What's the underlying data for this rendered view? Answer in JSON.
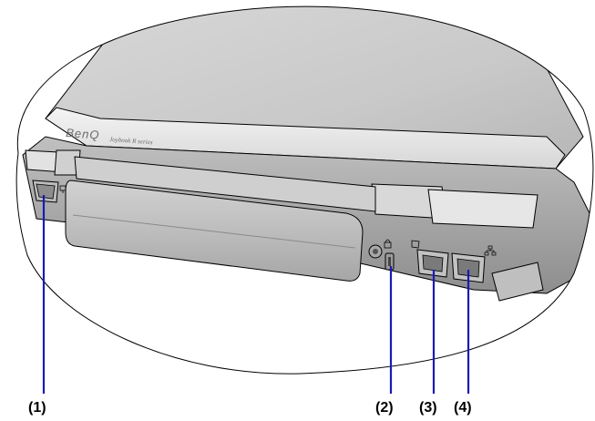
{
  "figure": {
    "brand_text": "BenQ",
    "model_text": "Joybook R series",
    "callouts": [
      {
        "id": "1",
        "label": "(1)"
      },
      {
        "id": "2",
        "label": "(2)"
      },
      {
        "id": "3",
        "label": "(3)"
      },
      {
        "id": "4",
        "label": "(4)"
      }
    ],
    "icons": {
      "vga": "monitor-port-icon",
      "lock": "kensington-lock-icon",
      "modem": "phone-port-icon",
      "lan": "network-port-icon"
    },
    "colors": {
      "callout_line": "#1a1ab8",
      "outline": "#000000",
      "laptop_light": "#dedede",
      "laptop_mid": "#c4c4c4",
      "laptop_dark": "#9c9c9c"
    }
  }
}
